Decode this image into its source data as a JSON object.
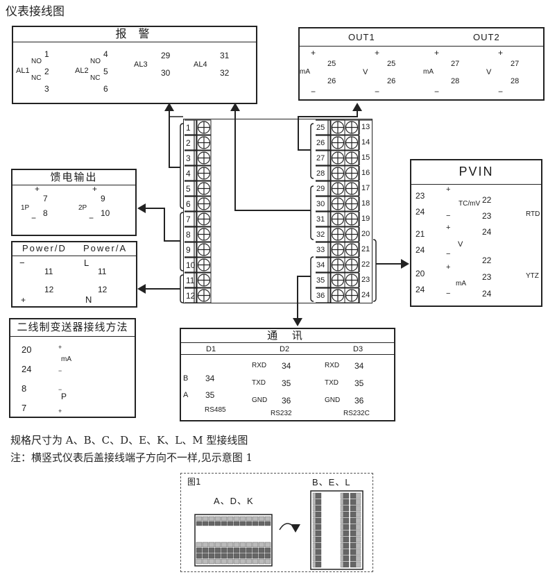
{
  "page_title": "仪表接线图",
  "alarm": {
    "title": "报 警",
    "groups": [
      {
        "name": "AL1",
        "no": "NO",
        "nc": "NC",
        "terminals": [
          "1",
          "2",
          "3"
        ]
      },
      {
        "name": "AL2",
        "no": "NO",
        "nc": "NC",
        "terminals": [
          "4",
          "5",
          "6"
        ]
      },
      {
        "name": "AL3",
        "terminals": [
          "29",
          "30"
        ]
      },
      {
        "name": "AL4",
        "terminals": [
          "31",
          "32"
        ]
      }
    ]
  },
  "out": {
    "out1": {
      "title": "OUT1",
      "ma_label": "mA",
      "v_label": "V",
      "terminals": [
        "25",
        "26"
      ]
    },
    "out2": {
      "title": "OUT2",
      "ma_label": "mA",
      "v_label": "V",
      "terminals": [
        "27",
        "28"
      ]
    },
    "plus": "+",
    "minus": "−"
  },
  "feed": {
    "title": "馈电输出",
    "p1": {
      "name": "1P",
      "terminals": [
        "7",
        "8"
      ]
    },
    "p2": {
      "name": "2P",
      "terminals": [
        "9",
        "10"
      ]
    },
    "plus": "+",
    "minus": "−"
  },
  "power": {
    "d": {
      "title": "Power/D",
      "top_sign": "−",
      "bottom_sign": "+",
      "terminals": [
        "11",
        "12"
      ]
    },
    "a": {
      "title": "Power/A",
      "top_sign": "L",
      "bottom_sign": "N",
      "terminals": [
        "11",
        "12"
      ]
    }
  },
  "transmitter": {
    "title": "二线制变送器接线方法",
    "terminals": [
      "20",
      "24",
      "8",
      "7"
    ],
    "ma_label": "mA",
    "p_label": "P"
  },
  "main_block": {
    "left_terminals": [
      "1",
      "2",
      "3",
      "4",
      "5",
      "6",
      "7",
      "8",
      "9",
      "10",
      "11",
      "12"
    ],
    "right_inner": [
      "25",
      "26",
      "27",
      "28",
      "29",
      "30",
      "31",
      "32",
      "33",
      "34",
      "35",
      "36"
    ],
    "right_outer": [
      "13",
      "14",
      "15",
      "16",
      "17",
      "18",
      "19",
      "20",
      "21",
      "22",
      "23",
      "24"
    ]
  },
  "pvin": {
    "title": "PVIN",
    "tc": {
      "label": "TC/mV",
      "terminals": [
        "23",
        "24"
      ]
    },
    "v": {
      "label": "V",
      "terminals": [
        "21",
        "24"
      ]
    },
    "ma": {
      "label": "mA",
      "terminals": [
        "20",
        "24"
      ]
    },
    "rtd": {
      "label": "RTD",
      "terminals": [
        "22",
        "23",
        "24"
      ]
    },
    "ytz": {
      "label": "YTZ",
      "terminals": [
        "22",
        "23",
        "24"
      ]
    },
    "plus": "+",
    "minus": "−"
  },
  "comm": {
    "title": "通 讯",
    "d1": {
      "title": "D1",
      "signals": [
        "B",
        "A"
      ],
      "terminals": [
        "34",
        "35"
      ],
      "protocol": "RS485"
    },
    "d2": {
      "title": "D2",
      "signals": [
        "RXD",
        "TXD",
        "GND"
      ],
      "terminals": [
        "34",
        "35",
        "36"
      ],
      "protocol": "RS232"
    },
    "d3": {
      "title": "D3",
      "signals": [
        "RXD",
        "TXD",
        "GND"
      ],
      "terminals": [
        "34",
        "35",
        "36"
      ],
      "protocol": "RS232C"
    }
  },
  "notes": {
    "line1": "规格尺寸为 A、B、C、D、E、K、L、M 型接线图",
    "line2": "注：横竖式仪表后盖接线端子方向不一样,见示意图 1"
  },
  "figure1": {
    "label": "图1",
    "horizontal_label": "A、D、K",
    "vertical_label": "B、E、L"
  }
}
